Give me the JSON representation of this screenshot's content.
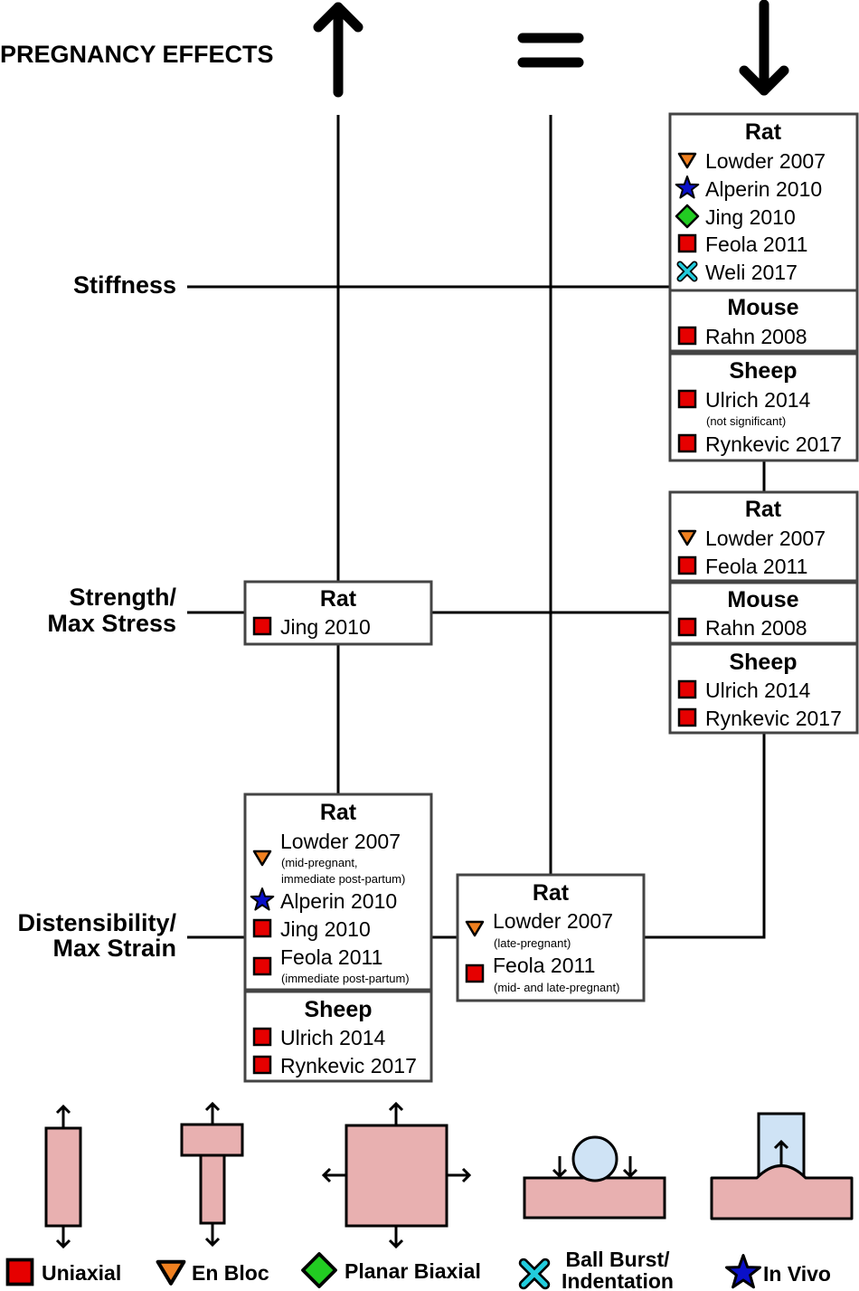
{
  "header": {
    "title": "PREGNANCY EFFECTS",
    "columns": [
      "increase-arrow-icon",
      "equal-sign-icon",
      "decrease-arrow-icon"
    ]
  },
  "rows": {
    "stiffness": "Stiffness",
    "strength": [
      "Strength/",
      "Max Stress"
    ],
    "distensibility": [
      "Distensibility/",
      "Max Strain"
    ]
  },
  "groups": {
    "stiffness_decrease": {
      "rat": {
        "species": "Rat",
        "entries": [
          {
            "marker": "en-bloc",
            "text": "Lowder 2007"
          },
          {
            "marker": "in-vivo",
            "text": "Alperin 2010"
          },
          {
            "marker": "planar-biaxial",
            "text": "Jing 2010"
          },
          {
            "marker": "uniaxial",
            "text": "Feola 2011"
          },
          {
            "marker": "ball-burst",
            "text": "Weli 2017"
          }
        ]
      },
      "mouse": {
        "species": "Mouse",
        "entries": [
          {
            "marker": "uniaxial",
            "text": "Rahn 2008"
          }
        ]
      },
      "sheep": {
        "species": "Sheep",
        "entries": [
          {
            "marker": "uniaxial",
            "text": "Ulrich 2014",
            "note": "(not significant)"
          },
          {
            "marker": "uniaxial",
            "text": "Rynkevic 2017"
          }
        ]
      }
    },
    "strength_increase": {
      "rat": {
        "species": "Rat",
        "entries": [
          {
            "marker": "uniaxial",
            "text": "Jing 2010"
          }
        ]
      }
    },
    "strength_decrease": {
      "rat": {
        "species": "Rat",
        "entries": [
          {
            "marker": "en-bloc",
            "text": "Lowder 2007"
          },
          {
            "marker": "uniaxial",
            "text": "Feola 2011"
          }
        ]
      },
      "mouse": {
        "species": "Mouse",
        "entries": [
          {
            "marker": "uniaxial",
            "text": "Rahn 2008"
          }
        ]
      },
      "sheep": {
        "species": "Sheep",
        "entries": [
          {
            "marker": "uniaxial",
            "text": "Ulrich 2014"
          },
          {
            "marker": "uniaxial",
            "text": "Rynkevic 2017"
          }
        ]
      }
    },
    "distensibility_increase": {
      "rat": {
        "species": "Rat",
        "entries": [
          {
            "marker": "en-bloc",
            "text": "Lowder 2007",
            "note": [
              "(mid-pregnant,",
              "immediate post-partum)"
            ]
          },
          {
            "marker": "in-vivo",
            "text": "Alperin 2010"
          },
          {
            "marker": "uniaxial",
            "text": "Jing 2010"
          },
          {
            "marker": "uniaxial",
            "text": "Feola 2011",
            "note": "(immediate post-partum)"
          }
        ]
      },
      "sheep": {
        "species": "Sheep",
        "entries": [
          {
            "marker": "uniaxial",
            "text": "Ulrich 2014"
          },
          {
            "marker": "uniaxial",
            "text": "Rynkevic 2017"
          }
        ]
      }
    },
    "distensibility_equal": {
      "rat": {
        "species": "Rat",
        "entries": [
          {
            "marker": "en-bloc",
            "text": "Lowder 2007",
            "note": "(late-pregnant)"
          },
          {
            "marker": "uniaxial",
            "text": "Feola 2011",
            "note": "(mid- and late-pregnant)"
          }
        ]
      }
    }
  },
  "legend": [
    {
      "marker": "uniaxial",
      "label": [
        "Uniaxial"
      ]
    },
    {
      "marker": "en-bloc",
      "label": [
        "En Bloc"
      ]
    },
    {
      "marker": "planar-biaxial",
      "label": [
        "Planar Biaxial"
      ]
    },
    {
      "marker": "ball-burst",
      "label": [
        "Ball Burst/",
        "Indentation"
      ]
    },
    {
      "marker": "in-vivo",
      "label": [
        "In Vivo"
      ]
    }
  ],
  "colors": {
    "uniaxial": "#e60000",
    "en_bloc": "#f08020",
    "planar_biaxial": "#22cc22",
    "ball_burst": "#22ccdd",
    "in_vivo": "#0a10c8",
    "specimen": "#e8b0b0",
    "indenter": "#cfe3f5"
  }
}
